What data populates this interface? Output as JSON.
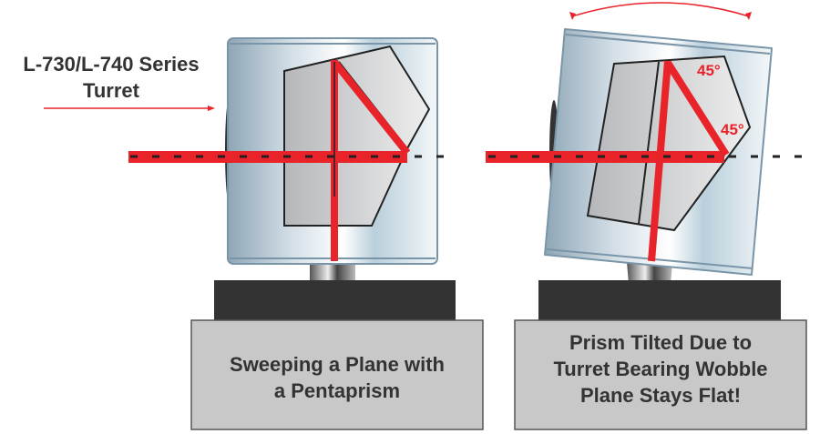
{
  "title_label": {
    "line1": "L-730/L-740 Series",
    "line2": "Turret"
  },
  "left_caption": {
    "line1": "Sweeping a Plane with",
    "line2": "a Pentaprism"
  },
  "right_caption": {
    "line1": "Prism Tilted Due to",
    "line2": "Turret Bearing Wobble",
    "line3": "Plane Stays Flat!"
  },
  "angle_labels": [
    "45°",
    "45°"
  ],
  "colors": {
    "beam": "#e8232a",
    "base": "#333333",
    "label_box": "#c8c8c8",
    "turret_edge": "#7a95a8"
  }
}
